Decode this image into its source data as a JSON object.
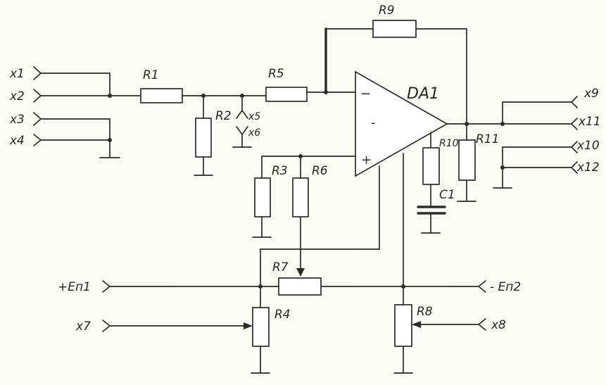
{
  "inputs": {
    "x1": "x1",
    "x2": "x2",
    "x3": "x3",
    "x4": "x4",
    "x5": "x5",
    "x6": "x6",
    "x7": "x7",
    "x8": "x8"
  },
  "outputs": {
    "x9": "x9",
    "x11": "x11",
    "x10": "x10",
    "x12": "x12"
  },
  "components": {
    "opamp": "DA1",
    "r1": "R1",
    "r2": "R2",
    "r3": "R3",
    "r4": "R4",
    "r5": "R5",
    "r6": "R6",
    "r7": "R7",
    "r8": "R8",
    "r9": "R9",
    "r10": "R10",
    "r11": "R11",
    "c1": "C1"
  },
  "opamp_pins": {
    "inverting": "−",
    "non_inverting": "+",
    "mid": "-"
  },
  "supplies": {
    "pos": "+Eп1",
    "neg": "- Eп2"
  }
}
